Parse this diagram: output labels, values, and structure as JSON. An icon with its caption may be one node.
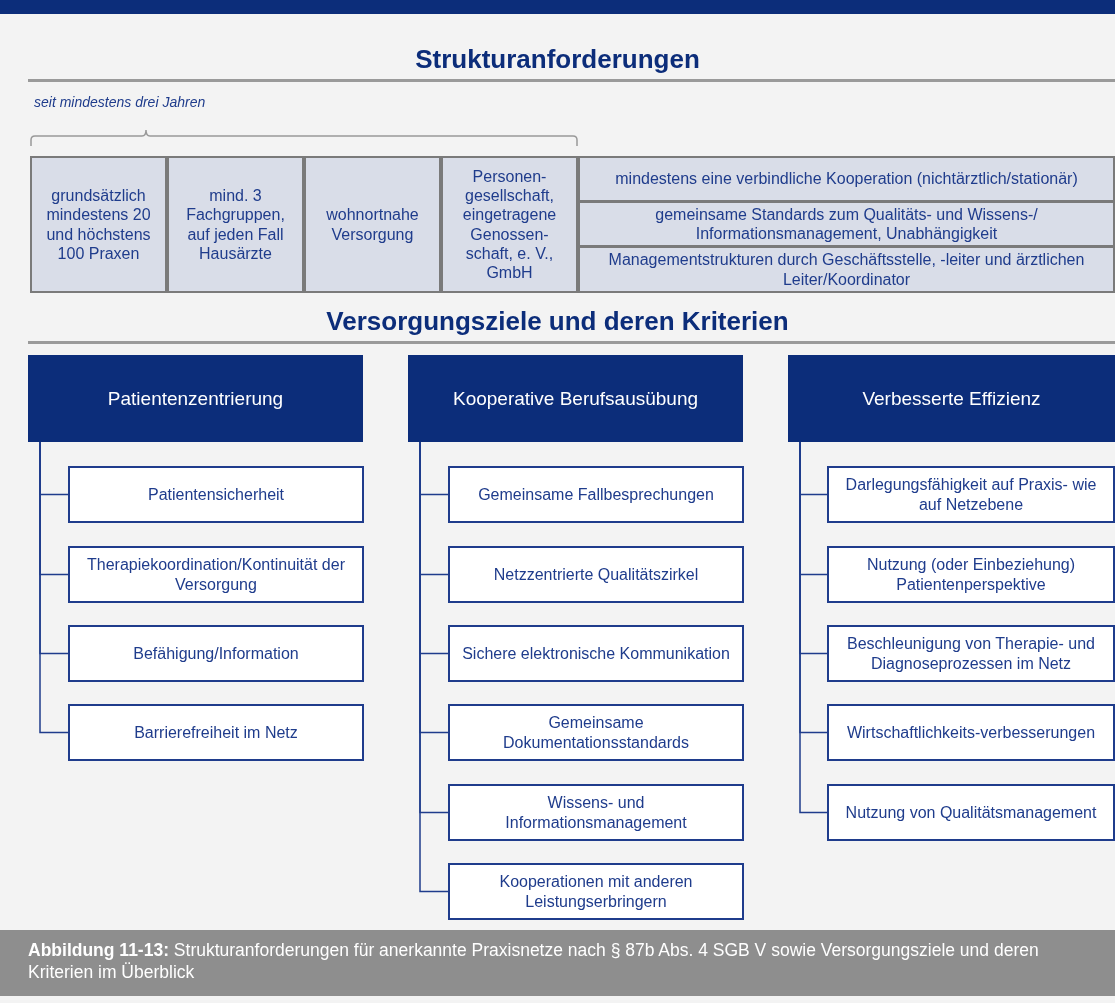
{
  "diagram": {
    "title": "Strukturanforderungen",
    "caption": "**Abbildung 11-13:** Strukturanforderungen für anerkannte Praxisnetze nach § 87b Abs. 4 SGB V sowie Versorgungsziele und deren Kriterien im Überblick",
    "nodes": [
      {
        "text": [
          "grundsätzlich mindestens 20 und höchstens 100 Praxen"
        ]
      },
      {
        "text": [
          "mind. 3 Fachgruppen, auf jeden Fall Hausärzte"
        ]
      },
      {
        "text": [
          "wohnortnahe Versorgung"
        ]
      },
      {
        "text": [
          "Personen-gesellschaft, eingetragene Genossen-schaft, e. V., GmbH"
        ]
      },
      {
        "text": [
          "mindestens eine verbindliche Kooperation (nichtärztlich/stationär)"
        ]
      },
      {
        "text": [
          "gemeinsame Standards zum Qualitäts- und Wissens-/ Informationsmanagement, Unabhängigkeit"
        ]
      },
      {
        "text": [
          "Managementstrukturen durch Geschäftsstelle, -leiter und ärztlichen Leiter/Koordinator"
        ]
      },
      {
        "text": [
          "Patientenzentrierung"
        ]
      },
      {
        "text": [
          "Patientensicherheit"
        ]
      },
      {
        "text": [
          "Therapiekoordination/Kontinuität der Versorgung"
        ]
      },
      {
        "text": [
          "Befähigung/Information"
        ]
      },
      {
        "text": [
          "Barrierefreiheit im Netz"
        ]
      },
      {
        "text": [
          "Kooperative Berufsausübung"
        ]
      },
      {
        "text": [
          "Gemeinsame Fallbesprechungen"
        ]
      },
      {
        "text": [
          "Netzzentrierte Qualitätszirkel"
        ]
      },
      {
        "text": [
          "Sichere elektronische Kommunikation"
        ]
      },
      {
        "text": [
          "Gemeinsame Dokumentationsstandards"
        ]
      },
      {
        "text": [
          "Wissens- und Informationsmanagement"
        ]
      },
      {
        "text": [
          "Kooperationen mit anderen Leistungserbringern"
        ]
      },
      {
        "text": [
          "Verbesserte Effizienz"
        ]
      },
      {
        "text": [
          "Darlegungsfähigkeit auf Praxis- wie auf Netzebene"
        ]
      },
      {
        "text": [
          "Nutzung (oder Einbeziehung) Patientenperspektive"
        ]
      },
      {
        "text": [
          "Beschleunigung von Therapie- und Diagnoseprozessen im Netz"
        ]
      },
      {
        "text": [
          "Wirtschaftlichkeits-verbesserungen"
        ]
      },
      {
        "text": [
          "Nutzung von Qualitätsmanagement"
        ]
      }
    ],
    "edges": [
      {
        "from": 7,
        "to": 8,
        "arrow": "none"
      },
      {
        "from": 7,
        "to": 9,
        "arrow": "none"
      },
      {
        "from": 7,
        "to": 10,
        "arrow": "none"
      },
      {
        "from": 7,
        "to": 11,
        "arrow": "none"
      },
      {
        "from": 12,
        "to": 13,
        "arrow": "none"
      },
      {
        "from": 12,
        "to": 14,
        "arrow": "none"
      },
      {
        "from": 12,
        "to": 15,
        "arrow": "none"
      },
      {
        "from": 12,
        "to": 16,
        "arrow": "none"
      },
      {
        "from": 12,
        "to": 17,
        "arrow": "none"
      },
      {
        "from": 12,
        "to": 18,
        "arrow": "none"
      },
      {
        "from": 19,
        "to": 20,
        "arrow": "none"
      },
      {
        "from": 19,
        "to": 21,
        "arrow": "none"
      },
      {
        "from": 19,
        "to": 22,
        "arrow": "none"
      },
      {
        "from": 19,
        "to": 23,
        "arrow": "none"
      },
      {
        "from": 19,
        "to": 24,
        "arrow": "none"
      }
    ],
    "labels": [
      "seit mindestens drei Jahren",
      "Versorgungsziele und deren Kriterien"
    ]
  }
}
